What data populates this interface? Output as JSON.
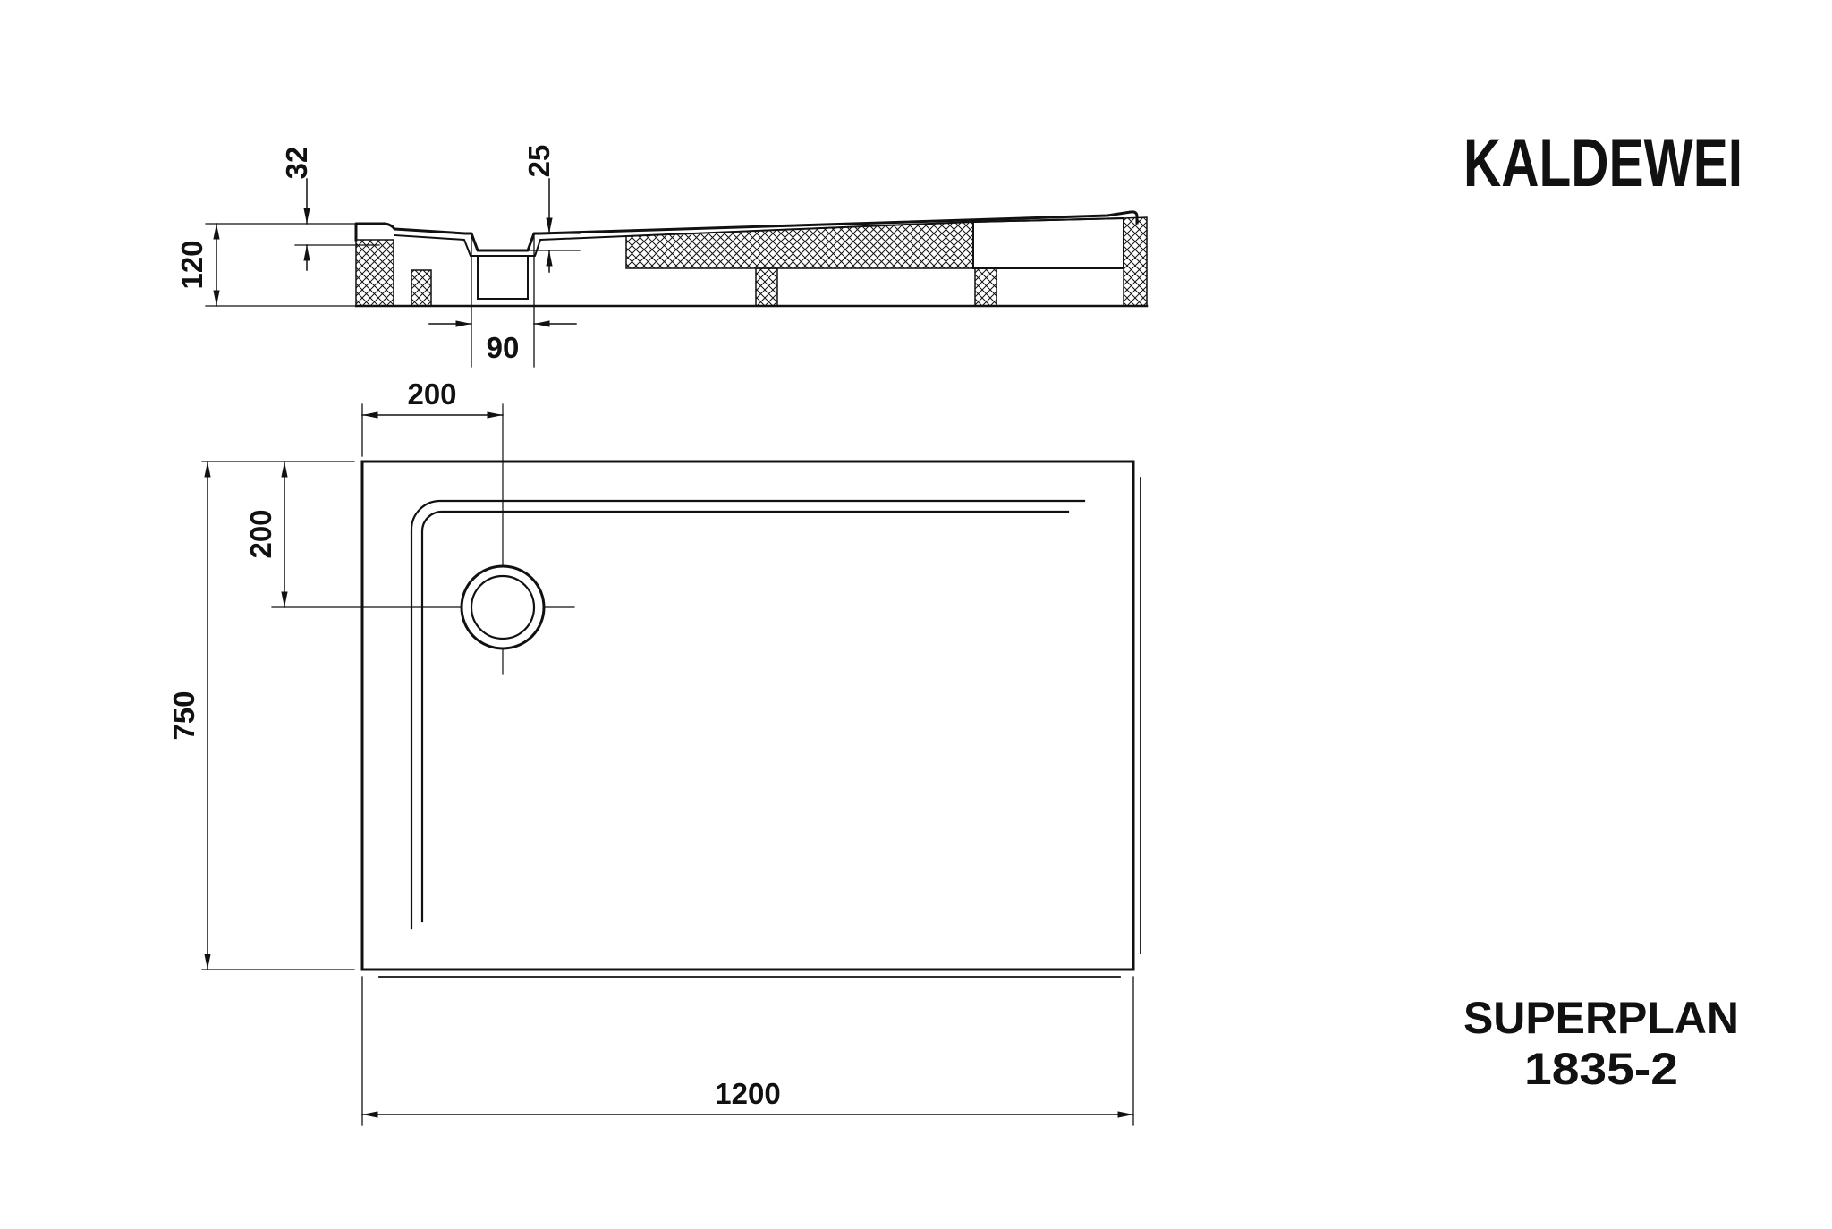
{
  "page": {
    "background": "#ffffff",
    "line_color": "#111111"
  },
  "brand": {
    "logo": "KALDEWEI"
  },
  "product": {
    "name": "SUPERPLAN",
    "model": "1835-2"
  },
  "section_view": {
    "dim_rim_height": "32",
    "dim_drain_depth": "25",
    "dim_total_height": "120",
    "dim_drain_width": "90"
  },
  "plan_view": {
    "dim_drain_offset_x": "200",
    "dim_drain_offset_y": "200",
    "dim_width": "750",
    "dim_length": "1200"
  }
}
